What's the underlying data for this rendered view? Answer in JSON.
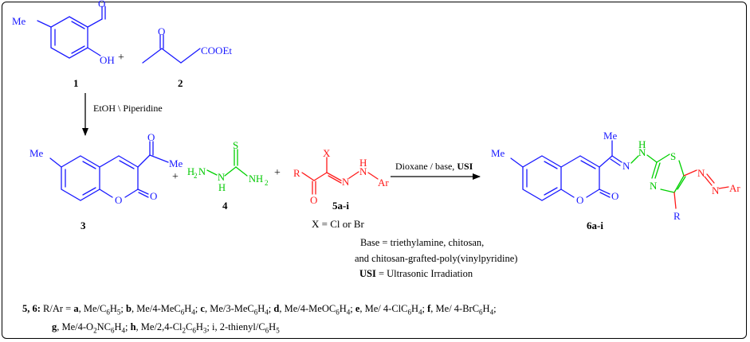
{
  "compounds": {
    "c1": {
      "label": "1",
      "me": "Me",
      "oh": "OH",
      "o": "O"
    },
    "c2": {
      "label": "2",
      "o": "O",
      "ester": "COOEt"
    },
    "c3": {
      "label": "3",
      "me_ring": "Me",
      "me_acyl": "Me",
      "o": "O"
    },
    "c4": {
      "label": "4",
      "s": "S",
      "nh_left": "H",
      "nh_n": "N",
      "h2n": "H",
      "n2": "N",
      "nh2": "NH",
      "sub2": "2"
    },
    "c5": {
      "label": "5a-i",
      "x": "X",
      "r": "R",
      "n": "N",
      "h": "H",
      "ar": "Ar",
      "o": "O",
      "xnote": "X = Cl or Br"
    },
    "c6": {
      "label": "6a-i",
      "me_ring": "Me",
      "me_top": "Me",
      "s": "S",
      "n": "N",
      "h": "H",
      "r": "R",
      "ar": "Ar",
      "o": "O"
    }
  },
  "signs": {
    "plus": "+"
  },
  "arrows": {
    "step1": "EtOH \\ Piperidine",
    "step2_text": "Dioxane / base, ",
    "step2_bold": "USI"
  },
  "notes": {
    "base_line1": "Base = triethylamine, chitosan,",
    "base_line2": "and chitosan-grafted-poly(vinylpyridine)",
    "usi_bold": "USI",
    "usi_rest": " = Ultrasonic Irradiation"
  },
  "legend": {
    "prefix_bold": "5, 6:",
    "line1": [
      {
        "t": "  R/Ar = "
      },
      {
        "t": "a",
        "b": true
      },
      {
        "t": ", Me/C"
      },
      {
        "t": "6",
        "sub": true
      },
      {
        "t": "H"
      },
      {
        "t": "5",
        "sub": true
      },
      {
        "t": "; "
      },
      {
        "t": "b",
        "b": true
      },
      {
        "t": ", Me/4-MeC"
      },
      {
        "t": "6",
        "sub": true
      },
      {
        "t": "H"
      },
      {
        "t": "4",
        "sub": true
      },
      {
        "t": "; "
      },
      {
        "t": "c",
        "b": true
      },
      {
        "t": ", Me/3-MeC"
      },
      {
        "t": "6",
        "sub": true
      },
      {
        "t": "H"
      },
      {
        "t": "4",
        "sub": true
      },
      {
        "t": "; "
      },
      {
        "t": "d",
        "b": true
      },
      {
        "t": ", Me/4-MeOC"
      },
      {
        "t": "6",
        "sub": true
      },
      {
        "t": "H"
      },
      {
        "t": "4",
        "sub": true
      },
      {
        "t": "; "
      },
      {
        "t": "e",
        "b": true
      },
      {
        "t": ", Me/ 4-ClC"
      },
      {
        "t": "6",
        "sub": true
      },
      {
        "t": "H"
      },
      {
        "t": "4",
        "sub": true
      },
      {
        "t": "; "
      },
      {
        "t": "f",
        "b": true
      },
      {
        "t": ",  Me/ 4-BrC"
      },
      {
        "t": "6",
        "sub": true
      },
      {
        "t": "H"
      },
      {
        "t": "4",
        "sub": true
      },
      {
        "t": ";"
      }
    ],
    "line2": [
      {
        "t": "g",
        "b": true
      },
      {
        "t": ", Me/4-O"
      },
      {
        "t": "2",
        "sub": true
      },
      {
        "t": "NC"
      },
      {
        "t": "6",
        "sub": true
      },
      {
        "t": "H"
      },
      {
        "t": "4",
        "sub": true
      },
      {
        "t": "; "
      },
      {
        "t": "h",
        "b": true
      },
      {
        "t": ",  Me/2,4-Cl"
      },
      {
        "t": "2",
        "sub": true
      },
      {
        "t": "C"
      },
      {
        "t": "6",
        "sub": true
      },
      {
        "t": "H"
      },
      {
        "t": "3",
        "sub": true
      },
      {
        "t": "; i, 2-thienyl/C"
      },
      {
        "t": "6",
        "sub": true
      },
      {
        "t": "H"
      },
      {
        "t": "5",
        "sub": true
      }
    ]
  }
}
